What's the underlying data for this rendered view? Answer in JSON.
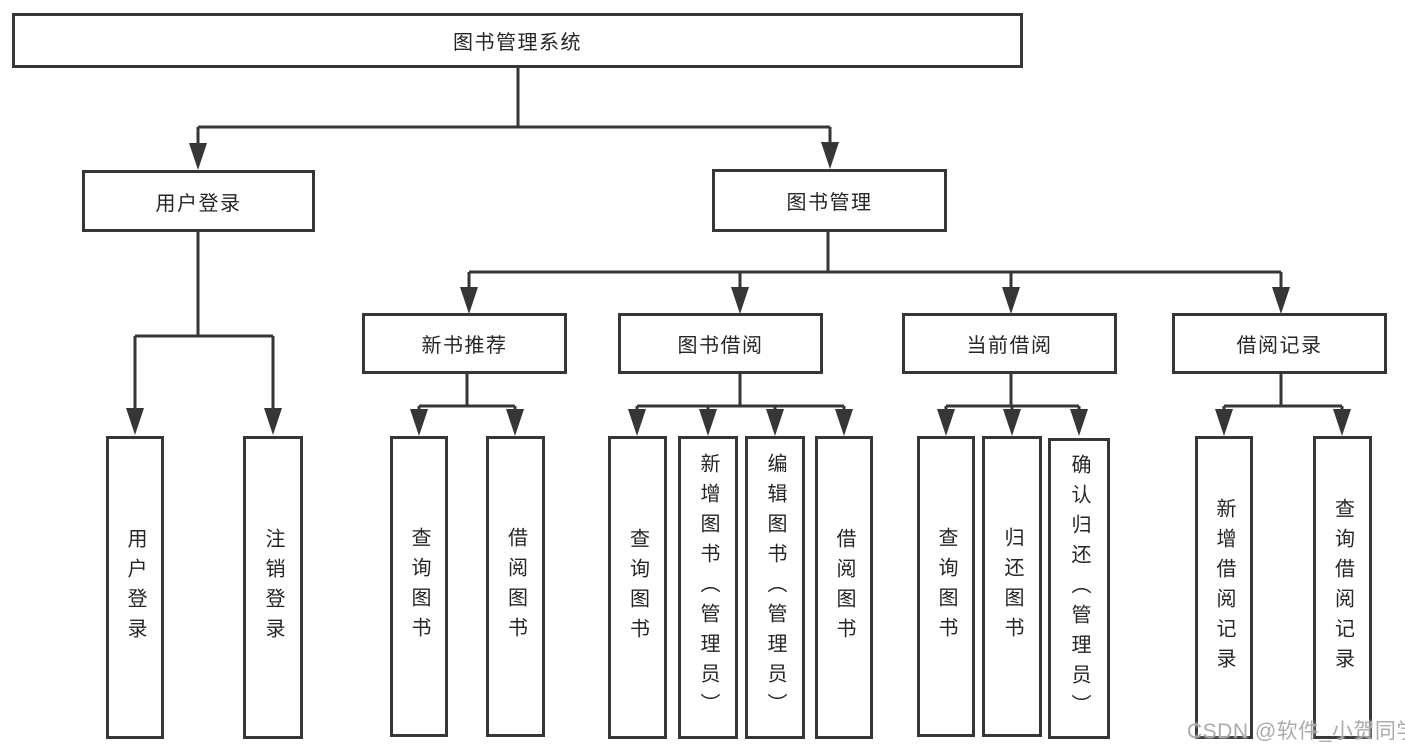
{
  "tree": {
    "label": "图书管理系统",
    "children": [
      {
        "label": "用户登录",
        "children": [
          {
            "label": "用户登录"
          },
          {
            "label": "注销登录"
          }
        ]
      },
      {
        "label": "图书管理",
        "children": [
          {
            "label": "新书推荐",
            "children": [
              {
                "label": "查询图书"
              },
              {
                "label": "借阅图书"
              }
            ]
          },
          {
            "label": "图书借阅",
            "children": [
              {
                "label": "查询图书"
              },
              {
                "label": "新增图书（管理员）"
              },
              {
                "label": "编辑图书（管理员）"
              },
              {
                "label": "借阅图书"
              }
            ]
          },
          {
            "label": "当前借阅",
            "children": [
              {
                "label": "查询图书"
              },
              {
                "label": "归还图书"
              },
              {
                "label": "确认归还（管理员）"
              }
            ]
          },
          {
            "label": "借阅记录",
            "children": [
              {
                "label": "新增借阅记录"
              },
              {
                "label": "查询借阅记录"
              }
            ]
          }
        ]
      }
    ]
  },
  "watermark": "CSDN @软件_小贺同学",
  "colors": {
    "line": "#363636",
    "text": "#262626",
    "watermark": "#ababab",
    "background": "#ffffff"
  }
}
